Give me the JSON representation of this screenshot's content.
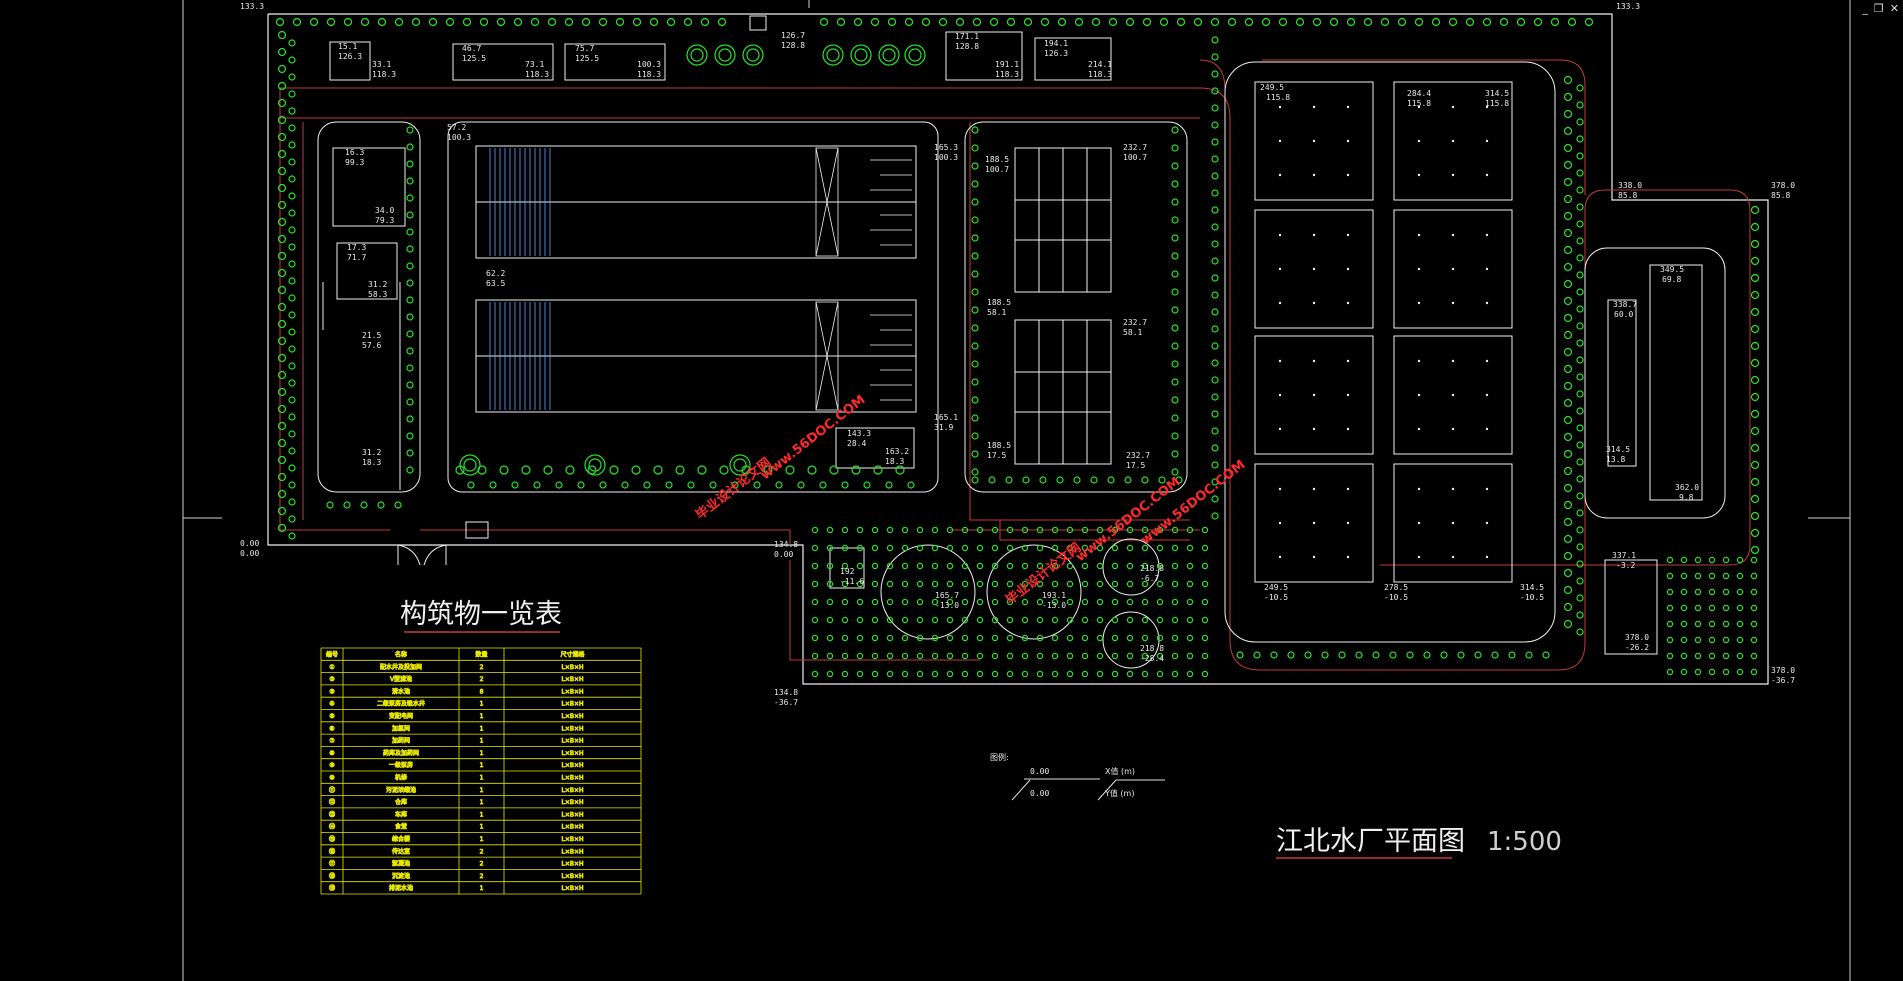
{
  "drawing": {
    "title": "江北水厂平面图",
    "scale": "1:500",
    "table_title": "构筑物一览表"
  },
  "legend": {
    "label": "图例:",
    "x_val": "0.00",
    "y_val": "0.00",
    "x_desc": "X值 (m)",
    "y_desc": "Y值 (m)"
  },
  "corners": {
    "tl": "133.3",
    "tr": "133.3",
    "r1a": "378.0",
    "r1b": "85.8",
    "r2a": "338.0",
    "r2b": "85.8",
    "r3a": "378.0",
    "r3b": "-36.7",
    "l1a": "0.00",
    "l1b": "0.00",
    "l2a": "134.8",
    "l2b": "0.00",
    "l3a": "134.8",
    "l3b": "-36.7"
  },
  "labels": {
    "b1a": "15.1",
    "b1b": "126.3",
    "b1c": "33.1",
    "b1d": "118.3",
    "b8a": "46.7",
    "b8b": "125.5",
    "b8c": "73.1",
    "b8d": "118.3",
    "b7a": "75.7",
    "b7b": "125.5",
    "b7c": "100.3",
    "b7d": "118.3",
    "g18a": "126.7",
    "g18b": "128.8",
    "b14a": "171.1",
    "b14b": "128.8",
    "b14c": "191.1",
    "b14d": "118.3",
    "b13a": "194.1",
    "b13b": "126.3",
    "b13c": "214.1",
    "b13d": "118.3",
    "s11a": "16.3",
    "s11b": "99.3",
    "s11c": "34.0",
    "s11d": "79.3",
    "s12a": "17.3",
    "s12b": "71.7",
    "s12c": "31.2",
    "s12d": "58.3",
    "s2a": "21.5",
    "s2b": "57.6",
    "s2c": "31.2",
    "s2d": "18.3",
    "rt1a": "57.2",
    "rt1b": "100.3",
    "rt2a": "165.3",
    "rt2b": "100.3",
    "rt3a": "62.2",
    "rt3b": "63.5",
    "rt4a": "165.1",
    "rt4b": "31.9",
    "b6a": "143.3",
    "b6b": "28.4",
    "b6c": "163.2",
    "b6d": "18.3",
    "f1a": "188.5",
    "f1b": "100.7",
    "f2a": "232.7",
    "f2b": "100.7",
    "f3a": "188.5",
    "f3b": "58.1",
    "f4a": "232.7",
    "f4b": "58.1",
    "f5a": "188.5",
    "f5b": "17.5",
    "f6a": "232.7",
    "f6b": "17.5",
    "c1a": "249.5",
    "c1b": "115.8",
    "c2a": "284.4",
    "c2b": "115.8",
    "c3a": "314.5",
    "c3b": "115.8",
    "c4a": "249.5",
    "c4b": "-10.5",
    "c5a": "278.5",
    "c5b": "-10.5",
    "c6a": "314.5",
    "c6b": "-10.5",
    "p4a": "338.7",
    "p4b": "60.0",
    "p4c": "314.5",
    "p4d": "13.8",
    "p5a": "349.5",
    "p5b": "69.8",
    "p5c": "362.0",
    "p5d": "9.8",
    "p15a": "337.1",
    "p15b": "-3.2",
    "p15c": "378.0",
    "p15d": "-26.2",
    "k1a": "192",
    "k1b": "-11.6",
    "t1a": "165.7",
    "t1b": "-13.0",
    "t2a": "193.1",
    "t2b": "-13.0",
    "t3a": "218.8",
    "t3b": "-6.7",
    "t4a": "218.8",
    "t4b": "-28.4"
  },
  "watermark": {
    "w1": "毕业设计论文网",
    "w2": "www.56DOC.COM"
  },
  "table": {
    "headers": [
      "编号",
      "名称",
      "数量",
      "尺寸规格"
    ],
    "rows": [
      [
        "①",
        "配水井及投加间",
        "2",
        "L×B×H"
      ],
      [
        "②",
        "V型滤池",
        "2",
        "L×B×H"
      ],
      [
        "③",
        "清水池",
        "8",
        "L×B×H"
      ],
      [
        "④",
        "二级泵房及吸水井",
        "1",
        "L×B×H"
      ],
      [
        "⑤",
        "变配电间",
        "1",
        "L×B×H"
      ],
      [
        "⑥",
        "加氯间",
        "1",
        "L×B×H"
      ],
      [
        "⑦",
        "加药间",
        "1",
        "L×B×H"
      ],
      [
        "⑧",
        "药库及加药间",
        "1",
        "L×B×H"
      ],
      [
        "⑨",
        "一级泵房",
        "1",
        "L×B×H"
      ],
      [
        "⑩",
        "机修",
        "1",
        "L×B×H"
      ],
      [
        "⑪",
        "污泥浓缩池",
        "1",
        "L×B×H"
      ],
      [
        "⑫",
        "仓库",
        "1",
        "L×B×H"
      ],
      [
        "⑬",
        "车库",
        "1",
        "L×B×H"
      ],
      [
        "⑭",
        "食堂",
        "1",
        "L×B×H"
      ],
      [
        "⑮",
        "综合楼",
        "1",
        "L×B×H"
      ],
      [
        "⑯",
        "传达室",
        "2",
        "L×B×H"
      ],
      [
        "⑰",
        "絮凝池",
        "2",
        "L×B×H"
      ],
      [
        "⑱",
        "沉淀池",
        "2",
        "L×B×H"
      ],
      [
        "⑲",
        "排泥水池",
        "1",
        "L×B×H"
      ]
    ]
  },
  "window": {
    "min": "_",
    "restore": "❐",
    "close": "✕"
  }
}
